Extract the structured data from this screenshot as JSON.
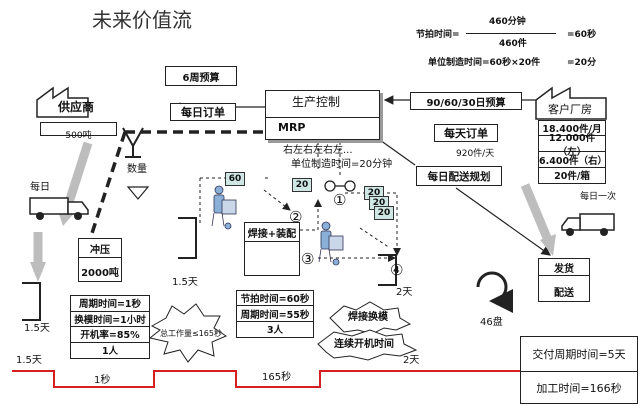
{
  "title": "未来价值流",
  "takt_formula": {
    "label": "节拍时间=",
    "numerator": "460分钟",
    "denominator": "460件",
    "result": "=60秒",
    "unit_line": "单位制造时间=60秒×20件",
    "unit_result": "=20分"
  },
  "forecast_6week": "6周预算",
  "supplier": {
    "name": "供应商",
    "qty": "500吨"
  },
  "daily_order_left": "每日订单",
  "production_control": {
    "name": "生产控制",
    "system": "MRP"
  },
  "forecast_90": "90/60/30日预算",
  "customer": {
    "name": "客户厂房",
    "rows": [
      "18.400件/月",
      "12.000件（左）",
      "6.400件（右）",
      "20件/箱"
    ]
  },
  "daily_order_right": "每天订单",
  "per_day": "920件/天",
  "daily_delivery_plan": "每日配送规划",
  "sequence": "右左右左右左...",
  "unit_time": "单位制造时间=20分钟",
  "quantity_label": "数量",
  "daily_left": "每日",
  "daily_right": "每日一次",
  "kanban_60": "60",
  "kanban_20": [
    "20",
    "20",
    "20",
    "20"
  ],
  "circle_labels": [
    "①",
    "②",
    "③",
    "④"
  ],
  "stamping": {
    "name": "冲压",
    "qty": "2000吨"
  },
  "weld": {
    "name": "焊接+装配"
  },
  "stamping_data": [
    "周期时间=1秒",
    "换模时间=1小时",
    "开机率=85%",
    "1人"
  ],
  "weld_data": [
    "节拍时间=60秒",
    "周期时间=55秒",
    "3人"
  ],
  "delivery": {
    "name": "发货",
    "sub": "配送"
  },
  "inv_15_a": "1.5天",
  "inv_15_b": "1.5天",
  "inv_2": "2天",
  "burst_total": "总工作量≤165秒",
  "burst_weld": "焊接换模",
  "burst_run": "连续开机时间",
  "pallets": "46盘",
  "timeline": {
    "t1": "1.5天",
    "t2": "1秒",
    "t3": "165秒",
    "t4": "2天"
  },
  "summary": {
    "lead": "交付周期时间=5天",
    "process": "加工时间=166秒"
  }
}
